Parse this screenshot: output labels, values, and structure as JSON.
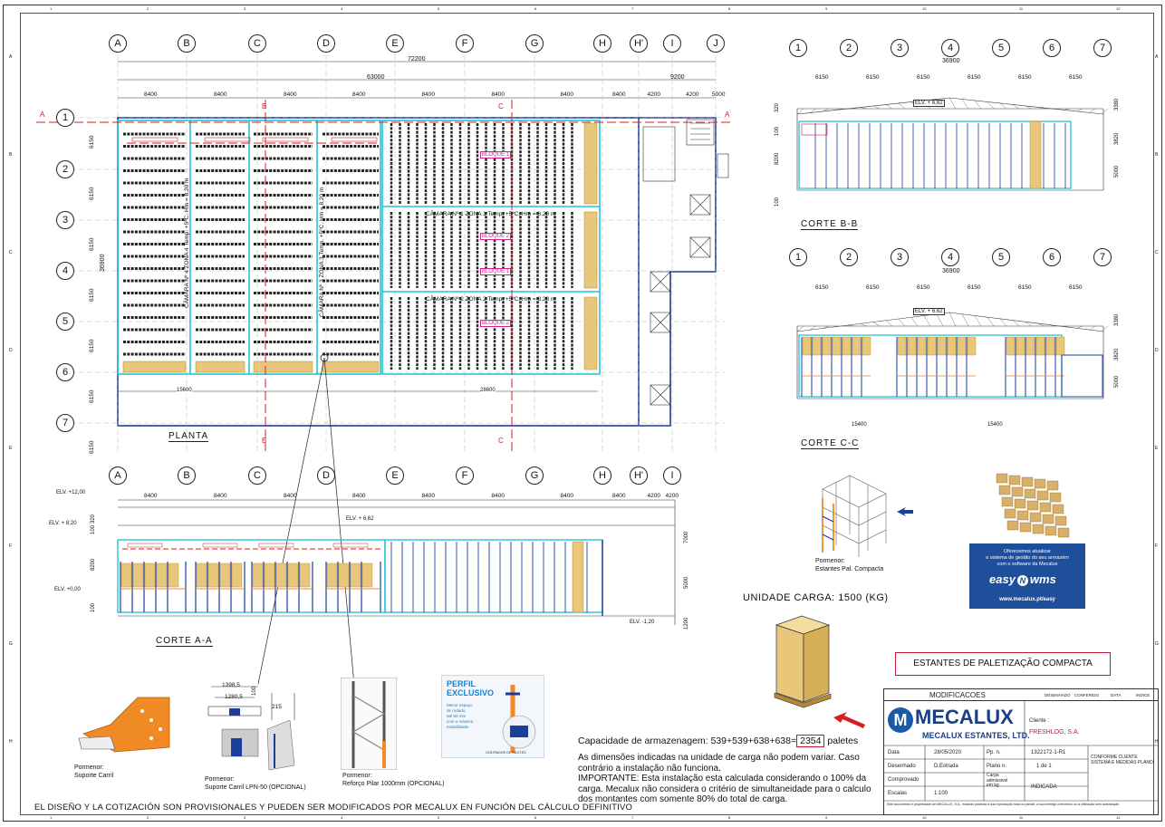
{
  "plan": {
    "title": "PLANTA",
    "col_axes": [
      "A",
      "B",
      "C",
      "D",
      "E",
      "F",
      "G",
      "H",
      "H'",
      "I",
      "J"
    ],
    "row_axes": [
      "1",
      "2",
      "3",
      "4",
      "5",
      "6",
      "7"
    ],
    "overall_width": "72200",
    "sub_width_1": "63000",
    "sub_width_2": "9200",
    "bays": [
      "8400",
      "8400",
      "8400",
      "8400",
      "8400",
      "8400",
      "8400",
      "8400",
      "4200",
      "4200",
      "5000"
    ],
    "row_dims": [
      "6150",
      "6150",
      "6150",
      "6150",
      "6150",
      "6150",
      "6150"
    ],
    "overall_height": "36900",
    "camara_1": "CÂMARA Nº 1 ZONA 1 Temp. +5ºC. Hm = 8,20 m",
    "camara_2": "CÂMARA Nº 2 ZONA 2 Temp. +5ºC. Hm = 8,20 m",
    "camara_3": "CÂMARA Nº 3 ZONA 3 Temp. +5ºC. Hm = 8,20 m",
    "camara_4": "CÂMARA Nº 4 ZONA 4 Temp. +5ºC. Hm = 8,20 m",
    "bloque_1": "BLOQUE 1",
    "bloque_2": "BLOQUE 2",
    "bottom_dim_1": "15600",
    "bottom_dim_2": "28600",
    "section_a": "A",
    "section_b": "B",
    "section_c": "C"
  },
  "corte_bb": {
    "title": "CORTE B-B",
    "axes": [
      "1",
      "2",
      "3",
      "4",
      "5",
      "6",
      "7"
    ],
    "overall": "36900",
    "bays": [
      "6150",
      "6150",
      "6150",
      "6150",
      "6150",
      "6150"
    ],
    "elev": "ELV. + 6,62",
    "right_dims": [
      "3380",
      "3820",
      "5000"
    ],
    "left_dims": [
      "320",
      "100",
      "8200",
      "100"
    ]
  },
  "corte_cc": {
    "title": "CORTE C-C",
    "axes": [
      "1",
      "2",
      "3",
      "4",
      "5",
      "6",
      "7"
    ],
    "overall": "36900",
    "bays": [
      "6150",
      "6150",
      "6150",
      "6150",
      "6150",
      "6150"
    ],
    "elev": "ELV. + 6,62",
    "right_dims": [
      "3380",
      "3820",
      "5000"
    ],
    "bottom_dims": [
      "15400",
      "15400"
    ]
  },
  "corte_aa": {
    "title": "CORTE A-A",
    "axes": [
      "A",
      "B",
      "C",
      "D",
      "E",
      "F",
      "G",
      "H",
      "H'",
      "I"
    ],
    "bays": [
      "8400",
      "8400",
      "8400",
      "8400",
      "8400",
      "8400",
      "8400",
      "8400",
      "4200",
      "4200"
    ],
    "elev_top": "ELV. +12,00",
    "elev_mid": "ELV. + 8,20",
    "elev_rail": "ELV. + 6,62",
    "elev_zero": "ELV. +0,00",
    "elev_low": "ELV. -1,20",
    "left_dims": [
      "320",
      "100",
      "8200",
      "100"
    ],
    "right_dims": [
      "7000",
      "5000",
      "1200"
    ]
  },
  "details": {
    "estantes": "Pormenor:\nEstantes Pal. Compacta",
    "suporte_carril": "Pormenor:\nSuporte Carril",
    "suporte_lpn": "Pormenor:\nSuporte Carril LPN-50 (OPCIONAL)",
    "reforco": "Pormenor:\nReforço Pilar 1000mm (OPCIONAL)",
    "dim_1398": "1398,5",
    "dim_1280": "1280,5",
    "dim_215": "215",
    "dim_100": "100"
  },
  "perfil": {
    "title": "PERFIL\nEXCLUSIVO",
    "text": "Menor espaço\nde rodado,\naté 50 mm\ncom a máxima\nestabilidade.",
    "caption": "CENTRADOR DE PALETES"
  },
  "easy": {
    "promo": "Oferecemos atualizar\no sistema de gestão do seu armazém\ncom o software da Mecalux",
    "logo": "easy",
    "logo2": "wms",
    "url": "www.mecalux.pt/easy"
  },
  "unidade": "UNIDADE CARGA: 1500 (KG)",
  "estantes_title": "ESTANTES DE PALETIZAÇÃO COMPACTA",
  "capacity": {
    "prefix": "Capacidade de armazenagem: 539+539+638+638=",
    "total": "2354",
    "suffix": " paletes"
  },
  "notes": "As dimensões indicadas na unidade de carga não podem variar. Caso contrário a instalação não funciona.\nIMPORTANTE: Esta instalação esta calculada considerando o 100% da carga. Mecalux não considera o critério de simultaneidade para o calculo dos montantes com somente 80% do total de carga.",
  "footer": "EL DISEÑO Y LA COTIZACIÓN SON PROVISIONALES Y PUEDEN SER MODIFICADOS POR MECALUX EN FUNCIÓN DEL CÁLCULO DEFINITIVO",
  "title_block": {
    "modificacoes": "MODIFICACOES",
    "hdr": [
      "DESENHADO",
      "CONFERIDO",
      "DATA",
      "INDICE"
    ],
    "brand": "MECALUX",
    "brand_sub": "MECALUX ESTANTES, LTD.",
    "cliente_label": "Cliente :",
    "cliente": "FRESHLOG, S.A.",
    "data_label": "Data",
    "data": "28/05/2020",
    "pp_label": "Pp. n.",
    "pp": "1322172-1-R1",
    "desenhado_label": "Desenhado",
    "desenhado": "D.Estrada",
    "plano_label": "Plano n.",
    "plano": "1 de 1",
    "comprovado_label": "Comprovado",
    "carga_label": "Carga\nadmissivel\nem kg",
    "carga": "INDICADA",
    "escalas_label": "Escalas",
    "escalas": "1:100",
    "conforme": "CONFORME CLIENTE\nSISTEMA E MEDIDAS PLANO",
    "legal": "Este documento é propriedade de MECALUX, S.A., estando proibida a sua reprodução total ou parcial, a sua entrega a terceiros ou a utilização sem autorização"
  },
  "border": {
    "top_nums": [
      "1",
      "2",
      "3",
      "4",
      "5",
      "6",
      "7",
      "8",
      "9",
      "10",
      "11",
      "12"
    ],
    "side_letters": [
      "A",
      "B",
      "C",
      "D",
      "E",
      "F",
      "G",
      "H"
    ]
  },
  "colors": {
    "cyan": "#25c4d6",
    "navy": "#1a3e9c",
    "red": "#d62020",
    "orange": "#f08a24",
    "pallet": "#e8c77a",
    "rack": "#3a3a3a"
  }
}
